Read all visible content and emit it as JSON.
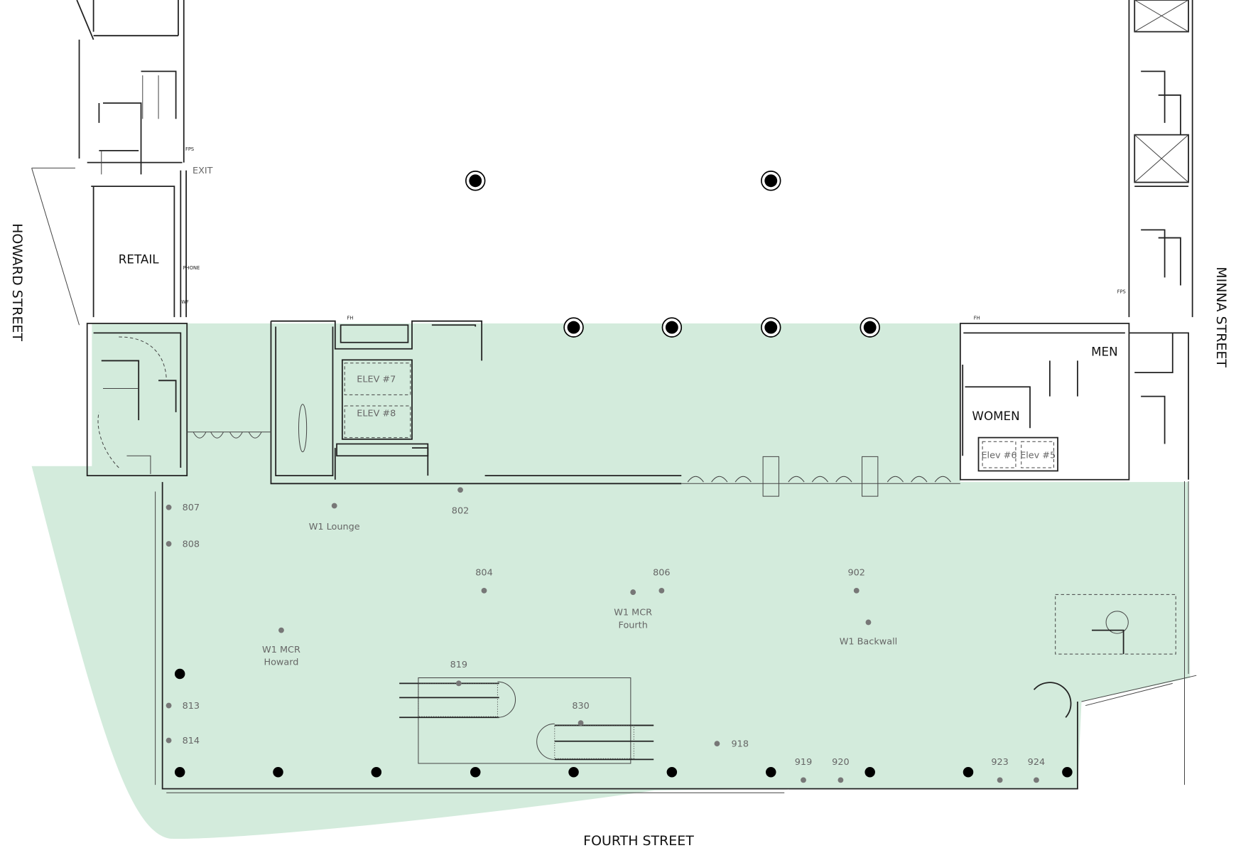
{
  "streets": {
    "howard": "HOWARD STREET",
    "minna": "MINNA STREET",
    "fourth": "FOURTH STREET"
  },
  "rooms": {
    "retail": "RETAIL",
    "men": "MEN",
    "women": "WOMEN",
    "elev7": "ELEV #7",
    "elev8": "ELEV #8",
    "elev6": "Elev #6",
    "elev5": "Elev #5",
    "exit": "EXIT",
    "fps": "FPS",
    "fps2": "FPS",
    "phone": "PHONE",
    "wf": "WF",
    "fh1": "FH",
    "fh2": "FH"
  },
  "colors": {
    "zone": "#d3ebdc",
    "points": "#777777",
    "walls": "#222222"
  },
  "points": [
    {
      "label": "807"
    },
    {
      "label": "808"
    },
    {
      "label": "802"
    },
    {
      "label": "W1 Lounge"
    },
    {
      "label": "804"
    },
    {
      "label": "806"
    },
    {
      "label": "W1 MCR\nFourth",
      "l1": "W1 MCR",
      "l2": "Fourth"
    },
    {
      "label": "902"
    },
    {
      "label": "W1 Backwall"
    },
    {
      "label": "W1 MCR\nHoward",
      "l1": "W1 MCR",
      "l2": "Howard"
    },
    {
      "label": "819"
    },
    {
      "label": "830"
    },
    {
      "label": "813"
    },
    {
      "label": "814"
    },
    {
      "label": "918"
    },
    {
      "label": "919"
    },
    {
      "label": "920"
    },
    {
      "label": "923"
    },
    {
      "label": "924"
    }
  ]
}
